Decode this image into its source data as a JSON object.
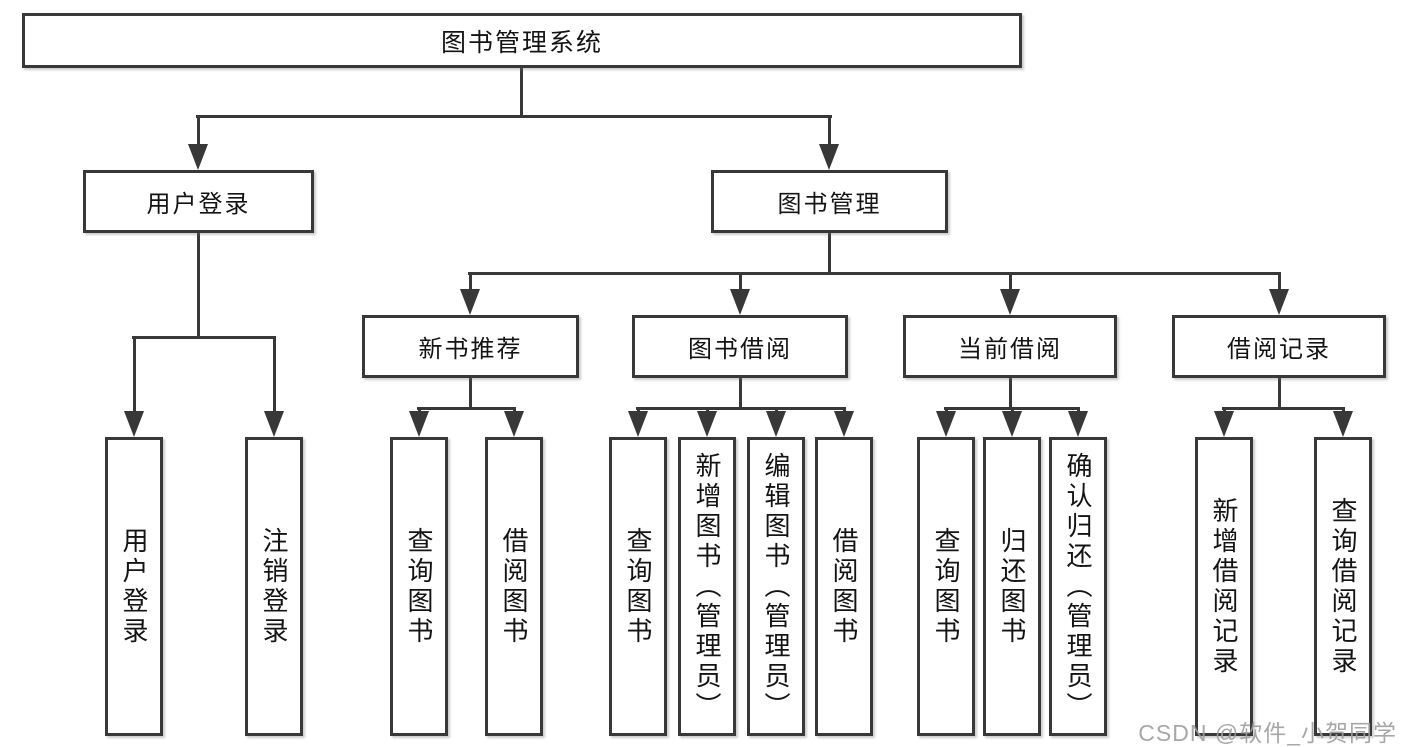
{
  "watermark": "CSDN @软件_小贺同学",
  "colors": {
    "line": "#383838",
    "box_border": "#383838",
    "text": "#141414",
    "background": "#ffffff",
    "watermark": "#9e9e9e"
  },
  "nodes": {
    "root": {
      "label": "图书管理系统"
    },
    "level2": [
      {
        "label": "用户登录"
      },
      {
        "label": "图书管理"
      }
    ],
    "level3": [
      {
        "label": "新书推荐",
        "parent": "图书管理"
      },
      {
        "label": "图书借阅",
        "parent": "图书管理"
      },
      {
        "label": "当前借阅",
        "parent": "图书管理"
      },
      {
        "label": "借阅记录",
        "parent": "图书管理"
      }
    ],
    "leaves": [
      {
        "label": "用户登录",
        "parent": "用户登录"
      },
      {
        "label": "注销登录",
        "parent": "用户登录"
      },
      {
        "label": "查询图书",
        "parent": "新书推荐"
      },
      {
        "label": "借阅图书",
        "parent": "新书推荐"
      },
      {
        "label": "查询图书",
        "parent": "图书借阅"
      },
      {
        "label": "新增图书（管理员）",
        "parent": "图书借阅"
      },
      {
        "label": "编辑图书（管理员）",
        "parent": "图书借阅"
      },
      {
        "label": "借阅图书",
        "parent": "图书借阅"
      },
      {
        "label": "查询图书",
        "parent": "当前借阅"
      },
      {
        "label": "归还图书",
        "parent": "当前借阅"
      },
      {
        "label": "确认归还（管理员）",
        "parent": "当前借阅"
      },
      {
        "label": "新增借阅记录",
        "parent": "借阅记录"
      },
      {
        "label": "查询借阅记录",
        "parent": "借阅记录"
      }
    ]
  }
}
